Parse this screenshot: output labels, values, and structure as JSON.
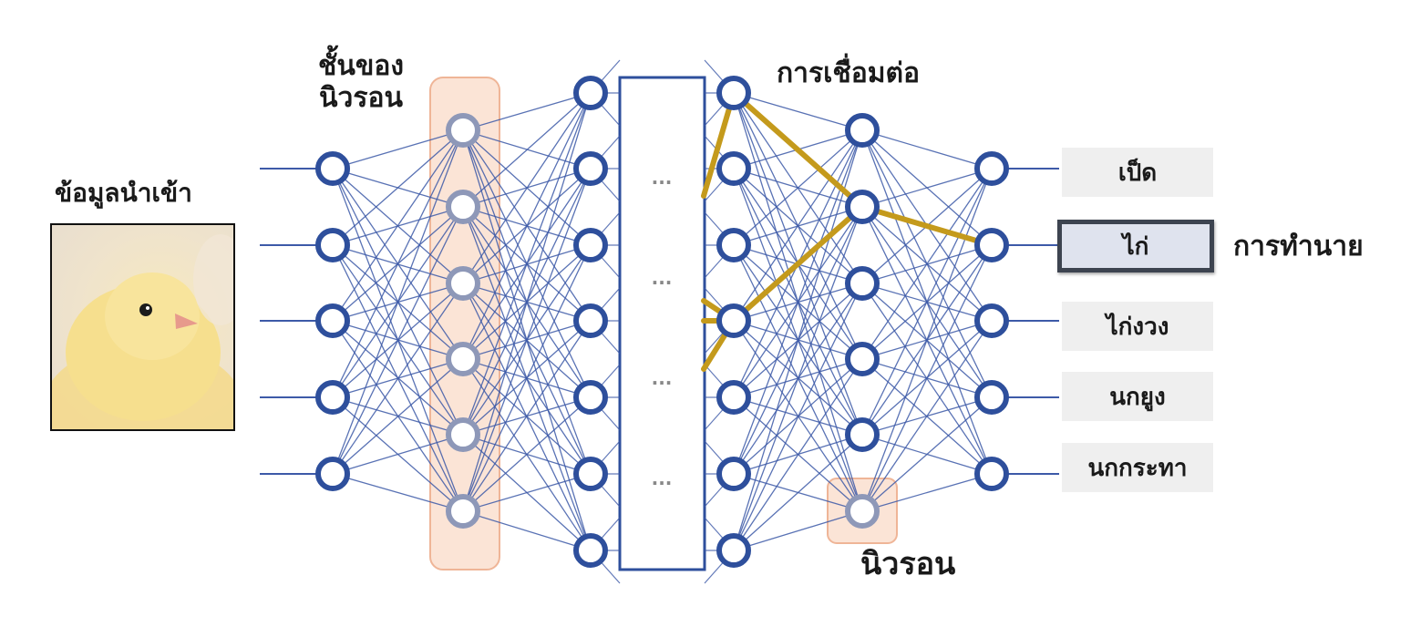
{
  "labels": {
    "input_data": "ข้อมูลนำเข้า",
    "layer_line1": "ชั้นของ",
    "layer_line2": "นิวรอน",
    "connection": "การเชื่อมต่อ",
    "neuron": "นิวรอน",
    "prediction": "การทำนาย",
    "ellipsis": "..."
  },
  "outputs": [
    {
      "label": "เป็ด",
      "selected": false
    },
    {
      "label": "ไก่",
      "selected": true
    },
    {
      "label": "ไก่งวง",
      "selected": false
    },
    {
      "label": "นกยูง",
      "selected": false
    },
    {
      "label": "นกกระทา",
      "selected": false
    }
  ],
  "network": {
    "layer_sizes": [
      5,
      6,
      7,
      7,
      6,
      5
    ],
    "highlighted_layer_index": 1,
    "highlighted_neuron": {
      "layer": 4,
      "index": 5
    }
  },
  "colors": {
    "node": "#2e4f9c",
    "edge": "#3d5aa8",
    "highlight": "#c49a1c",
    "layer_highlight_fill": "#fbe4d6",
    "layer_highlight_stroke": "#efb597"
  },
  "image": {
    "subject": "yellow chick"
  }
}
